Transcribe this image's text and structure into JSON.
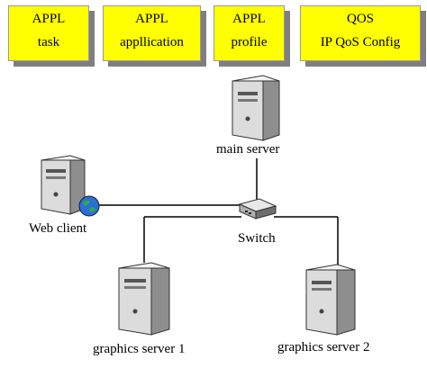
{
  "modules": [
    {
      "line1": "APPL",
      "line2": "task"
    },
    {
      "line1": "APPL",
      "line2": "appllication"
    },
    {
      "line1": "APPL",
      "line2": "profile"
    },
    {
      "line1": "QOS",
      "line2": "IP QoS Config"
    }
  ],
  "nodes": {
    "main_server": "main server",
    "web_client": "Web client",
    "switch": "Switch",
    "graphics_server_1": "graphics server 1",
    "graphics_server_2": "graphics server 2"
  },
  "colors": {
    "module_fill": "#ffff00",
    "module_shadow": "#7f7f7f",
    "server_body": "#dcdcdc",
    "link": "#000000",
    "globe": "#2a6fd6"
  },
  "icons": [
    "server-icon",
    "globe-icon",
    "switch-icon"
  ]
}
